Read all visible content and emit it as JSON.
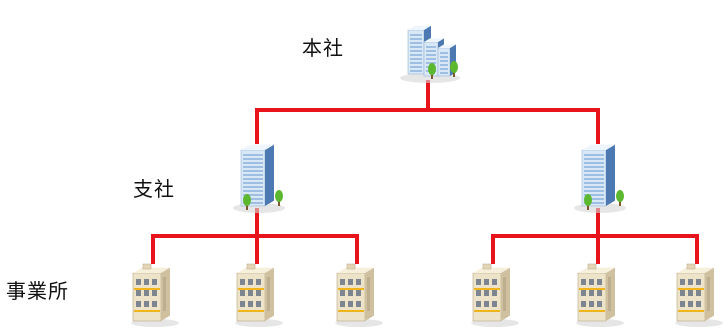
{
  "labels": {
    "headquarters": "本社",
    "branch": "支社",
    "office": "事業所"
  },
  "colors": {
    "connector": "#e8141c",
    "tower_light": "#d9e8f6",
    "tower_mid": "#8fb3dd",
    "tower_dark": "#4d79b3",
    "office_wall": "#ede3c8",
    "office_side": "#cfc0a0",
    "office_accent": "#f0b51c",
    "tree": "#5cb82e"
  },
  "icons": {
    "headquarters": "office-tower-cluster-icon",
    "branch": "office-tower-icon",
    "office": "office-building-icon"
  }
}
